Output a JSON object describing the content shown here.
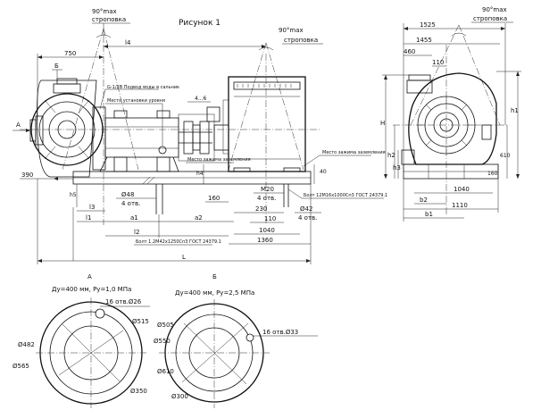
{
  "figure": {
    "title": "Рисунок 1"
  },
  "rigging": {
    "angle": "90°max",
    "label": "строповка"
  },
  "notes": {
    "water_supply": "G-1/2В Подвод воды в сальник",
    "level_gauge": "Место установки уровня",
    "grounding_1": "Место зажима заземления",
    "grounding_2": "Место зажима заземления",
    "bolt_top": "Болт 12М16х1000Сп3 ГОСТ 24379.1",
    "bolt_bottom": "Болт 1.2М42х1250Сп3 ГОСТ 24379.1"
  },
  "views": {
    "letter_a": "А",
    "letter_b": "Б"
  },
  "front_dims": {
    "l4": "l4",
    "d750": "750",
    "d390": "390",
    "d4_6": "4...6",
    "d160": "160",
    "phi48": "Ø48",
    "holes4_left": "4 отв.",
    "h5": "h5",
    "l3": "l3",
    "l1": "l1",
    "a1": "a1",
    "a2": "a2",
    "l2": "l2",
    "L": "L",
    "h4": "h4",
    "M20": "M20",
    "holes4_mid": "4 отв.",
    "d230": "230",
    "d110": "110",
    "d1040": "1040",
    "d1360": "1360",
    "phi42": "Ø42",
    "holes4_right": "4 отв.",
    "d40": "40"
  },
  "side_dims": {
    "d1525": "1525",
    "d1455": "1455",
    "d460": "460",
    "d110": "110",
    "H": "H",
    "h1": "h1",
    "h2": "h2",
    "h3": "h3",
    "d610": "610",
    "d160": "160",
    "d1040": "1040",
    "d1110": "1110",
    "b2": "b2",
    "b1": "b1"
  },
  "flange_a": {
    "title": "А",
    "spec": "Ду=400 мм, Ру=1,0 МПа",
    "holes": "16 отв.Ø26",
    "d515": "Ø515",
    "d482": "Ø482",
    "d565": "Ø565",
    "d350": "Ø350"
  },
  "flange_b": {
    "title": "Б",
    "spec": "Ду=400 мм, Ру=2,5 МПа",
    "holes": "16 отв.Ø33",
    "d505": "Ø505",
    "d550": "Ø550",
    "d610": "Ø610",
    "d300": "Ø300"
  }
}
